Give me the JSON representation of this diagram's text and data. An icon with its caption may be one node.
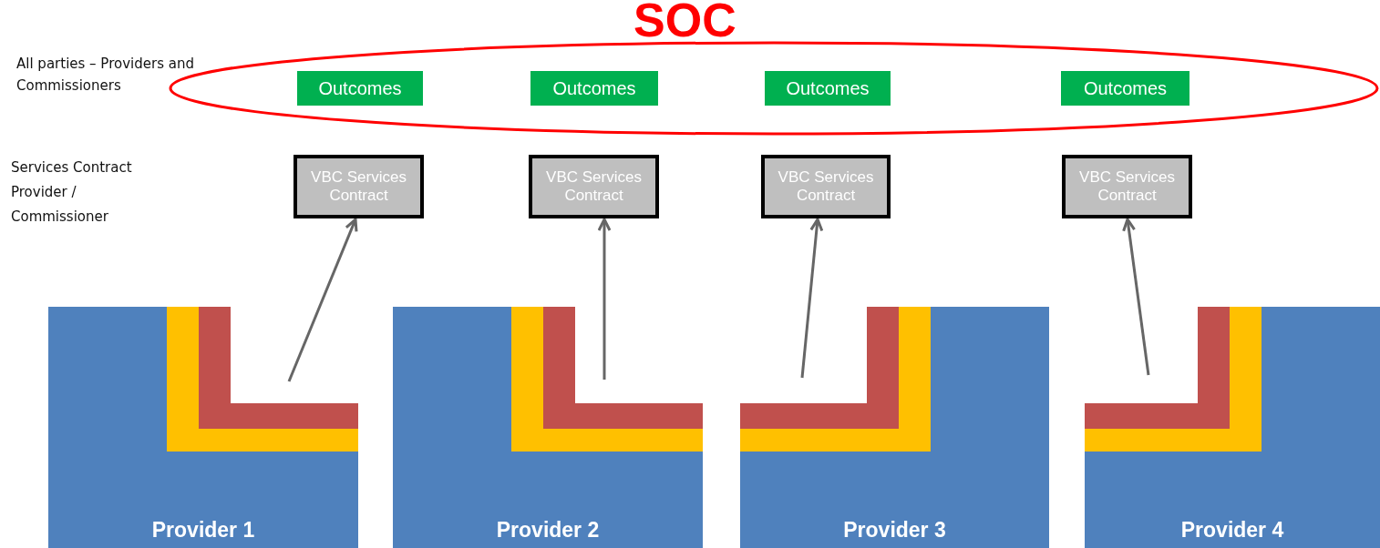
{
  "diagram": {
    "nodes": [
      {
        "text": [
          "SOC"
        ]
      },
      {
        "text": [
          "Outcomes"
        ],
        "in": 0
      },
      {
        "text": [
          "Outcomes"
        ],
        "in": 0
      },
      {
        "text": [
          "Outcomes"
        ],
        "in": 0
      },
      {
        "text": [
          "Outcomes"
        ],
        "in": 0
      },
      {
        "text": [
          "VBC Services Contract"
        ]
      },
      {
        "text": [
          "VBC Services Contract"
        ]
      },
      {
        "text": [
          "VBC Services Contract"
        ]
      },
      {
        "text": [
          "VBC Services Contract"
        ]
      },
      {
        "text": [
          "Provider 1"
        ]
      },
      {
        "text": [
          "Provider 2"
        ]
      },
      {
        "text": [
          "Provider 3"
        ]
      },
      {
        "text": [
          "Provider 4"
        ]
      }
    ],
    "edges": [
      {
        "from": 9,
        "to": 5,
        "arrow": "to"
      },
      {
        "from": 10,
        "to": 6,
        "arrow": "to"
      },
      {
        "from": 11,
        "to": 7,
        "arrow": "to"
      },
      {
        "from": 12,
        "to": 8,
        "arrow": "to"
      }
    ],
    "labels": [
      "All parties – Providers and Commissioners",
      "Services Contract Provider / Commissioner"
    ]
  }
}
